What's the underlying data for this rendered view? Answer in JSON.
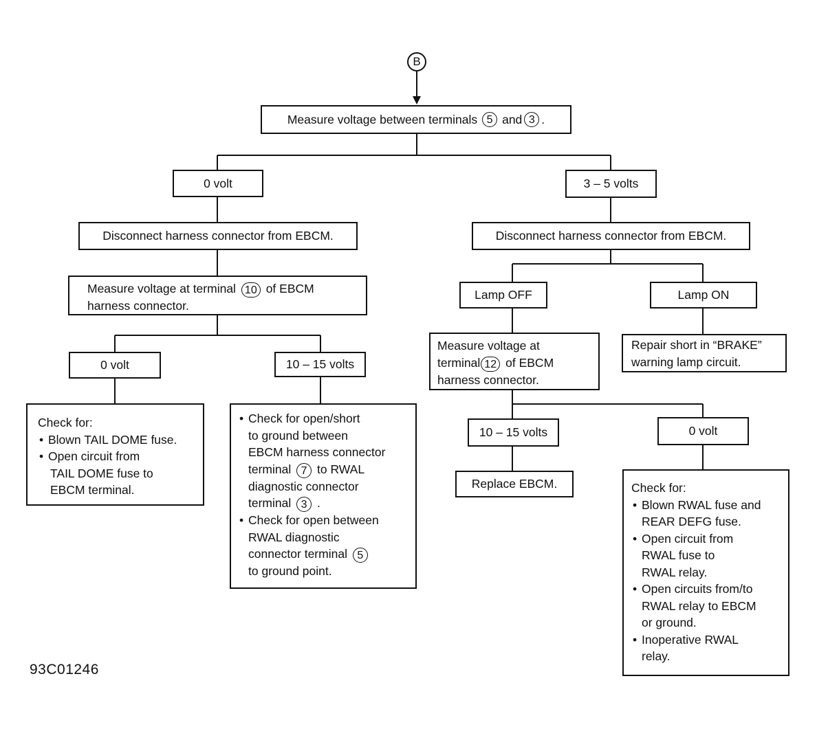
{
  "connector": "B",
  "boxes": {
    "measure_5_3": {
      "a": "Measure voltage between terminals",
      "t1": "5",
      "mid": "and",
      "t2": "3",
      "end": "."
    },
    "zero_volt_top": "0 volt",
    "three_five_volts": "3 – 5 volts",
    "disconnect_left": "Disconnect harness connector from EBCM.",
    "disconnect_right": "Disconnect harness connector from EBCM.",
    "measure_10": {
      "a": "Measure voltage at terminal",
      "t": "10",
      "b": "of EBCM",
      "c": "harness connector."
    },
    "lamp_off": "Lamp OFF",
    "lamp_on": "Lamp ON",
    "repair_short": {
      "l1": "Repair short in “BRAKE”",
      "l2": "warning lamp circuit."
    },
    "measure_12": {
      "l1": "Measure voltage at",
      "a": "terminal",
      "t": "12",
      "b": "of EBCM",
      "l3": "harness connector."
    },
    "zero_volt_left": "0 volt",
    "ten_fifteen_left": "10 – 15 volts",
    "ten_fifteen_right": "10 – 15 volts",
    "zero_volt_right": "0 volt",
    "replace_ebcm": "Replace EBCM.",
    "check_tail": {
      "head": "Check for:",
      "b1": "Blown TAIL DOME fuse.",
      "b2a": "Open circuit from",
      "b2b": "TAIL DOME fuse to",
      "b2c": "EBCM terminal."
    },
    "check_open_short": {
      "b1a": "Check for open/short",
      "b1b": "to ground between",
      "b1c": "EBCM harness connector",
      "b1d_a": "terminal",
      "t7": "7",
      "b1d_b": "to RWAL",
      "b1e": "diagnostic connector",
      "b1f_a": "terminal",
      "t3": "3",
      "b1f_b": ".",
      "b2a": "Check for open between",
      "b2b": "RWAL diagnostic",
      "b2c_a": "connector terminal",
      "t5": "5",
      "b2d": "to ground point."
    },
    "check_rwal": {
      "head": "Check for:",
      "b1a": "Blown RWAL fuse and",
      "b1b": "REAR DEFG fuse.",
      "b2a": "Open circuit from",
      "b2b": "RWAL fuse to",
      "b2c": "RWAL relay.",
      "b3a": "Open circuits from/to",
      "b3b": "RWAL relay to EBCM",
      "b3c": "or ground.",
      "b4a": "Inoperative RWAL",
      "b4b": "relay."
    }
  },
  "figure_id": "93C01246"
}
